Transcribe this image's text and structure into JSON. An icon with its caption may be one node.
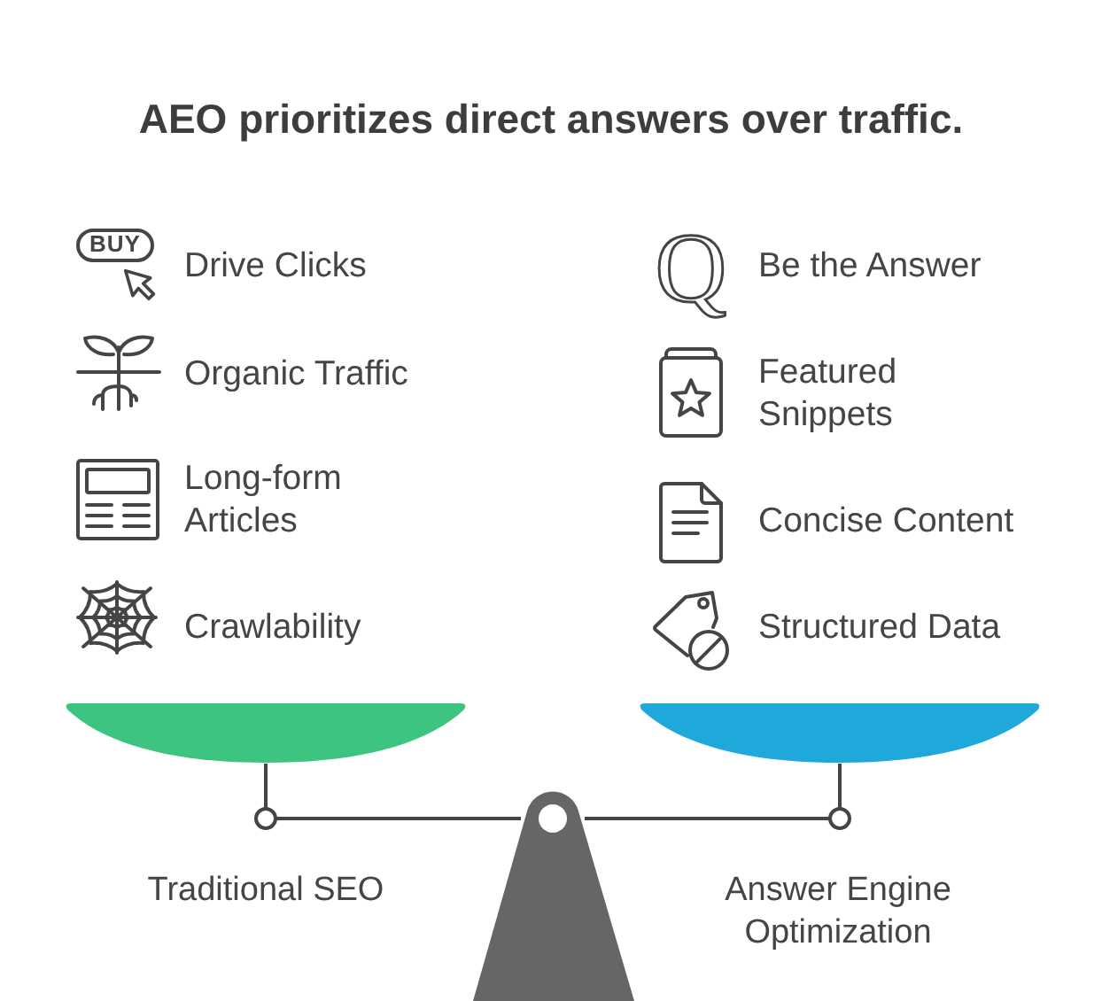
{
  "diagram": {
    "title": "AEO prioritizes direct answers over traffic.",
    "labels": [
      "BUY",
      "Drive Clicks",
      "Organic Traffic",
      "Long-form Articles",
      "Crawlability",
      "Q",
      "Be the Answer",
      "Featured Snippets",
      "Concise Content",
      "Structured Data",
      "Traditional SEO",
      "Answer Engine Optimization"
    ]
  }
}
